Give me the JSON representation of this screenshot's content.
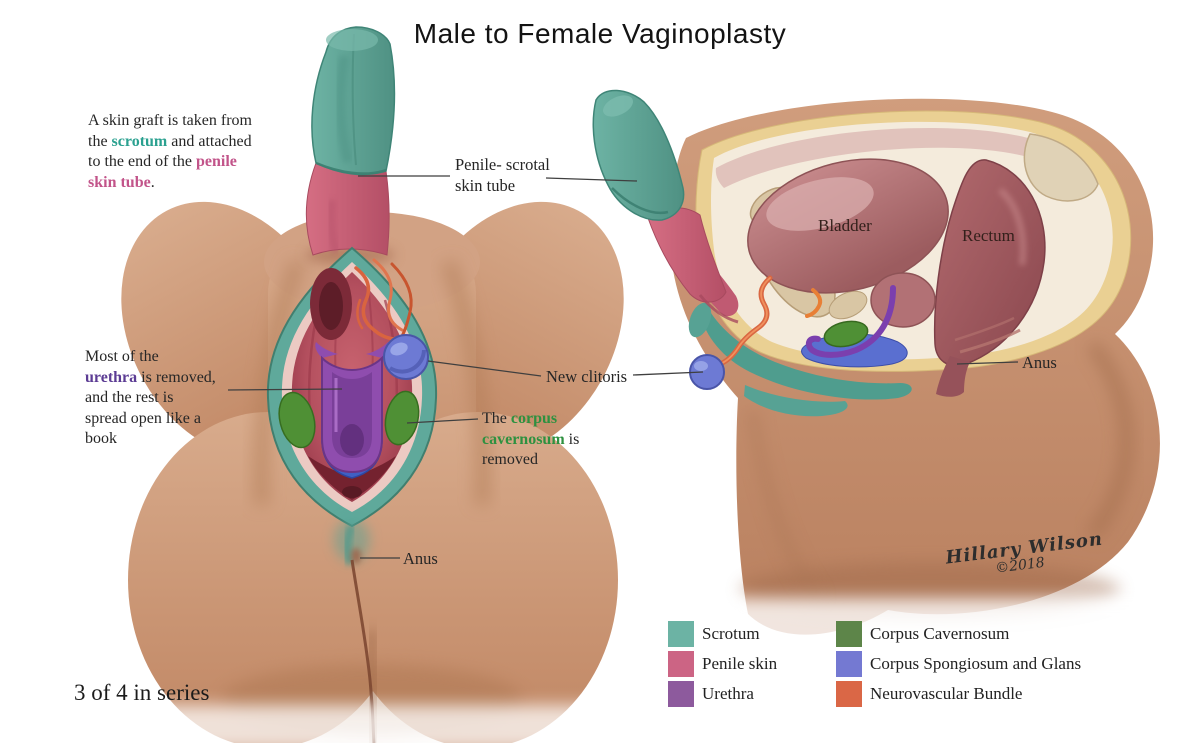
{
  "title": "Male to Female Vaginoplasty",
  "series_label": "3 of 4 in series",
  "signature": {
    "name": "Hillary Wilson",
    "year": "©2018"
  },
  "colors": {
    "scrotum_teal": "#6CB3A4",
    "penile_skin_pink": "#CC6484",
    "urethra_purple": "#8D5A9D",
    "corpus_cavernosum_green": "#5D8549",
    "corpus_spongiosum_blue": "#7479D2",
    "neurovascular_orange": "#DA6746",
    "skin_tone": "#C8916F"
  },
  "notes": {
    "skin_graft": {
      "line1": "A skin graft is taken from",
      "line2_pre": "the ",
      "line2_hl": "scrotum",
      "line2_post": " and attached",
      "line3_pre": "to the end of the ",
      "line3_hl": "penile",
      "line4_hl": "skin tube",
      "line4_post": "."
    },
    "urethra": {
      "line1": "Most of the",
      "line2_hl": "urethra",
      "line2_post": " is removed,",
      "line3": "and the rest is",
      "line4": "spread open like a",
      "line5": "book"
    },
    "corpus": {
      "line1_pre": "The ",
      "line1_hl": "corpus",
      "line2_hl": "cavernosum",
      "line2_post": " is",
      "line3": "removed"
    }
  },
  "labels": {
    "penile_scrotal_line1": "Penile- scrotal",
    "penile_scrotal_line2": "skin tube",
    "new_clitoris": "New clitoris",
    "anus_left": "Anus",
    "bladder": "Bladder",
    "rectum": "Rectum",
    "anus_right": "Anus"
  },
  "legend": {
    "items": [
      {
        "label": "Scrotum",
        "color": "#6CB3A4"
      },
      {
        "label": "Penile skin",
        "color": "#CC6484"
      },
      {
        "label": "Urethra",
        "color": "#8D5A9D"
      },
      {
        "label": "Corpus Cavernosum",
        "color": "#5D8549"
      },
      {
        "label": "Corpus Spongiosum and Glans",
        "color": "#7479D2"
      },
      {
        "label": "Neurovascular Bundle",
        "color": "#DA6746"
      }
    ]
  }
}
